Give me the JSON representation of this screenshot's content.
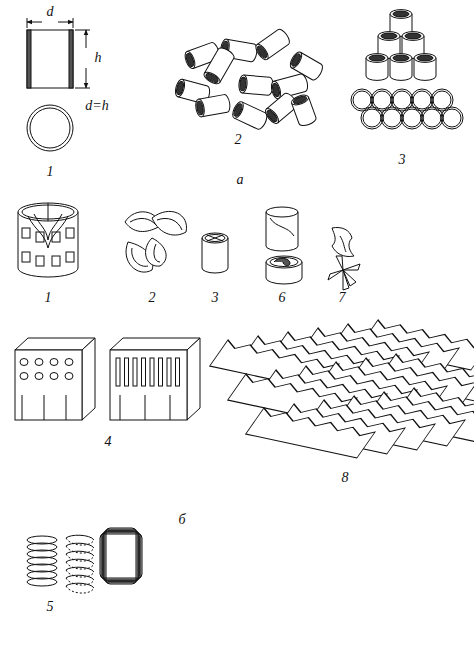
{
  "diagram": {
    "labels": [
      "d",
      "h",
      "d=h",
      "1",
      "2",
      "3",
      "а",
      "1",
      "2",
      "3",
      "6",
      "7",
      "4",
      "8",
      "5",
      "б"
    ]
  }
}
